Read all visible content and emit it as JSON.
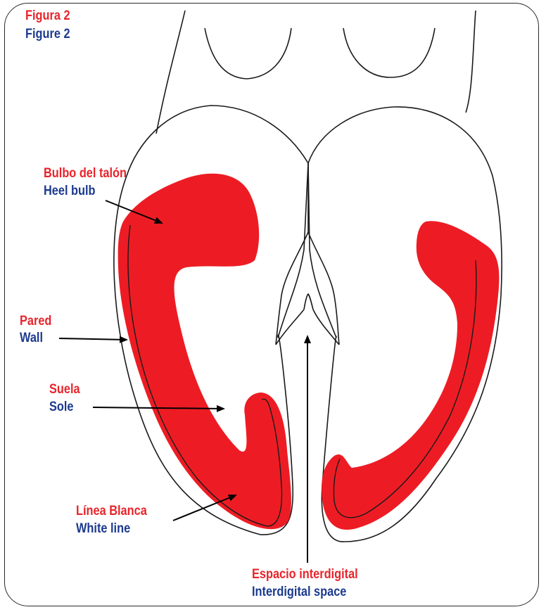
{
  "figure": {
    "title_es": "Figura 2",
    "title_en": "Figure 2"
  },
  "labels": {
    "heel_bulb": {
      "es": "Bulbo del talón",
      "en": "Heel bulb"
    },
    "wall": {
      "es": "Pared",
      "en": "Wall"
    },
    "sole": {
      "es": "Suela",
      "en": "Sole"
    },
    "white_line": {
      "es": "Línea Blanca",
      "en": "White line"
    },
    "interdigital_space": {
      "es": "Espacio interdigital",
      "en": "Interdigital space"
    }
  },
  "colors": {
    "lesion_fill": "#ed1c24",
    "spanish_text": "#e8242a",
    "english_text": "#1b3a8f",
    "outline": "#1a1a1a"
  }
}
